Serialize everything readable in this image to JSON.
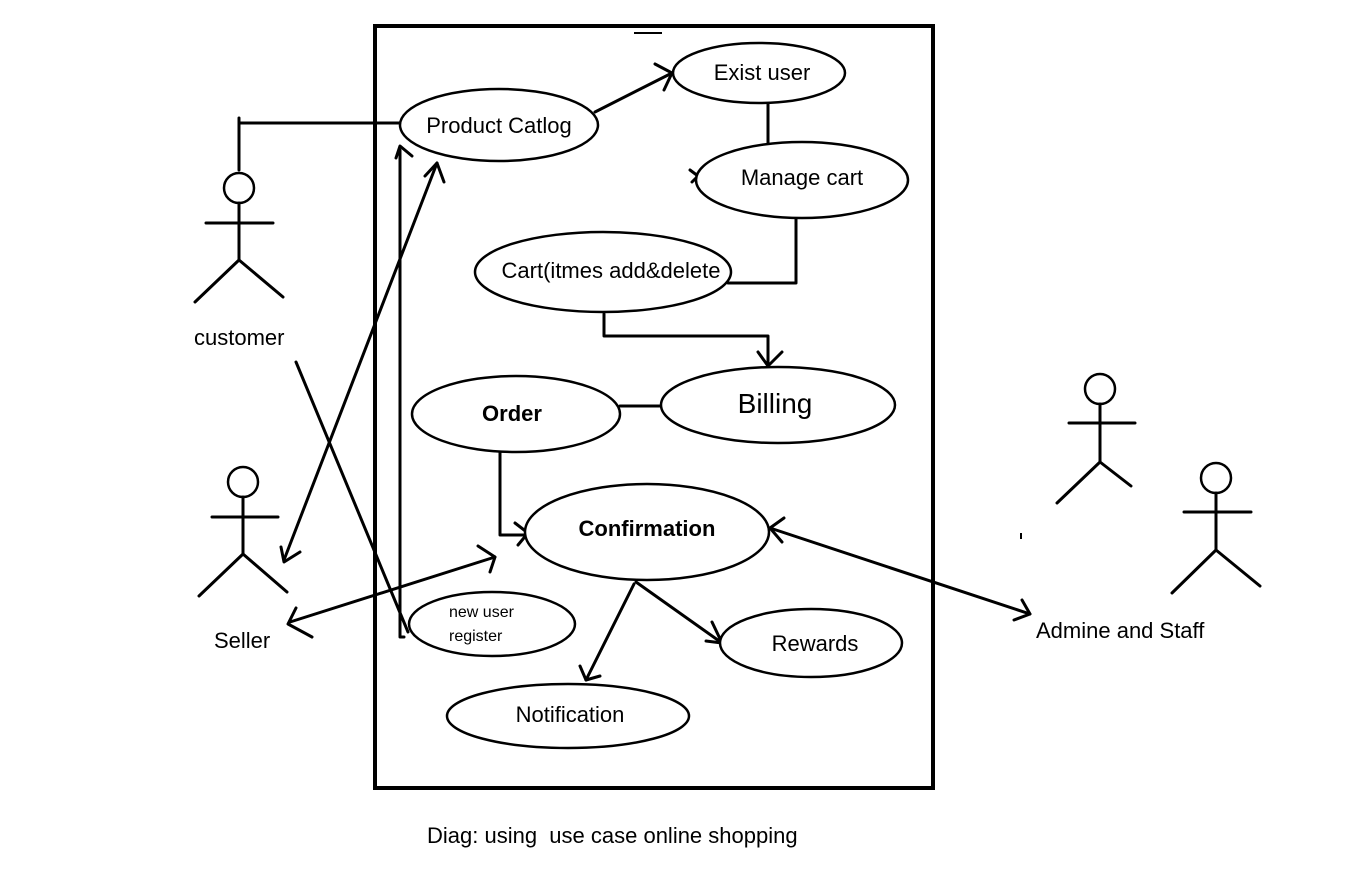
{
  "diagram": {
    "caption": "Diag: using  use case online shopping",
    "actors": {
      "customer": "customer",
      "seller": "Seller",
      "admin": "Admine and Staff"
    },
    "use_cases": {
      "product_catalog": "Product Catlog",
      "exist_user": "Exist user",
      "manage_cart": "Manage cart",
      "cart": "Cart(itmes add&delete",
      "order": "Order",
      "billing": "Billing",
      "confirmation": "Confirmation",
      "new_user_line1": "new user",
      "new_user_line2": "register",
      "rewards": "Rewards",
      "notification": "Notification"
    }
  }
}
